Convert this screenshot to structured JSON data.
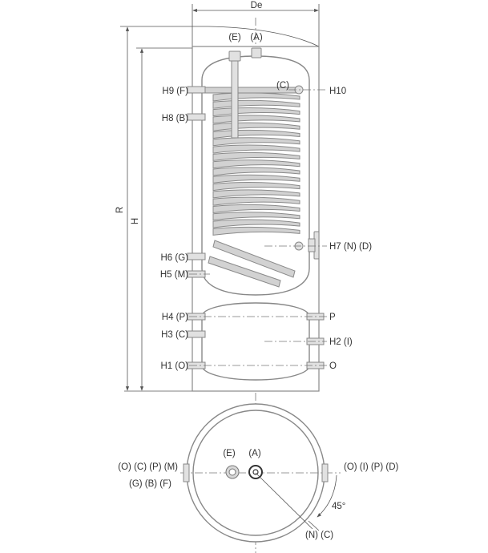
{
  "dimensions": {
    "de": "De",
    "r": "R",
    "h": "H"
  },
  "side_labels": {
    "h9": "H9 (F)",
    "h8": "H8 (B)",
    "h6": "H6 (G)",
    "h5": "H5 (M)",
    "h4": "H4 (P)",
    "h3": "H3 (C)",
    "h1": "H1 (O)",
    "h10": "H10",
    "h7": "H7 (N) (D)",
    "h2": "H2 (I)",
    "p": "P",
    "o": "O",
    "c": "(C)",
    "e_top": "(E)",
    "a_top": "(A)"
  },
  "plan_labels": {
    "left_row1": "(O) (C) (P) (M)",
    "left_row2": "(G) (B) (F)",
    "right_row": "(O) (I) (P) (D)",
    "e": "(E)",
    "a": "(A)",
    "angle": "45°",
    "bottom": "(N) (C)"
  }
}
